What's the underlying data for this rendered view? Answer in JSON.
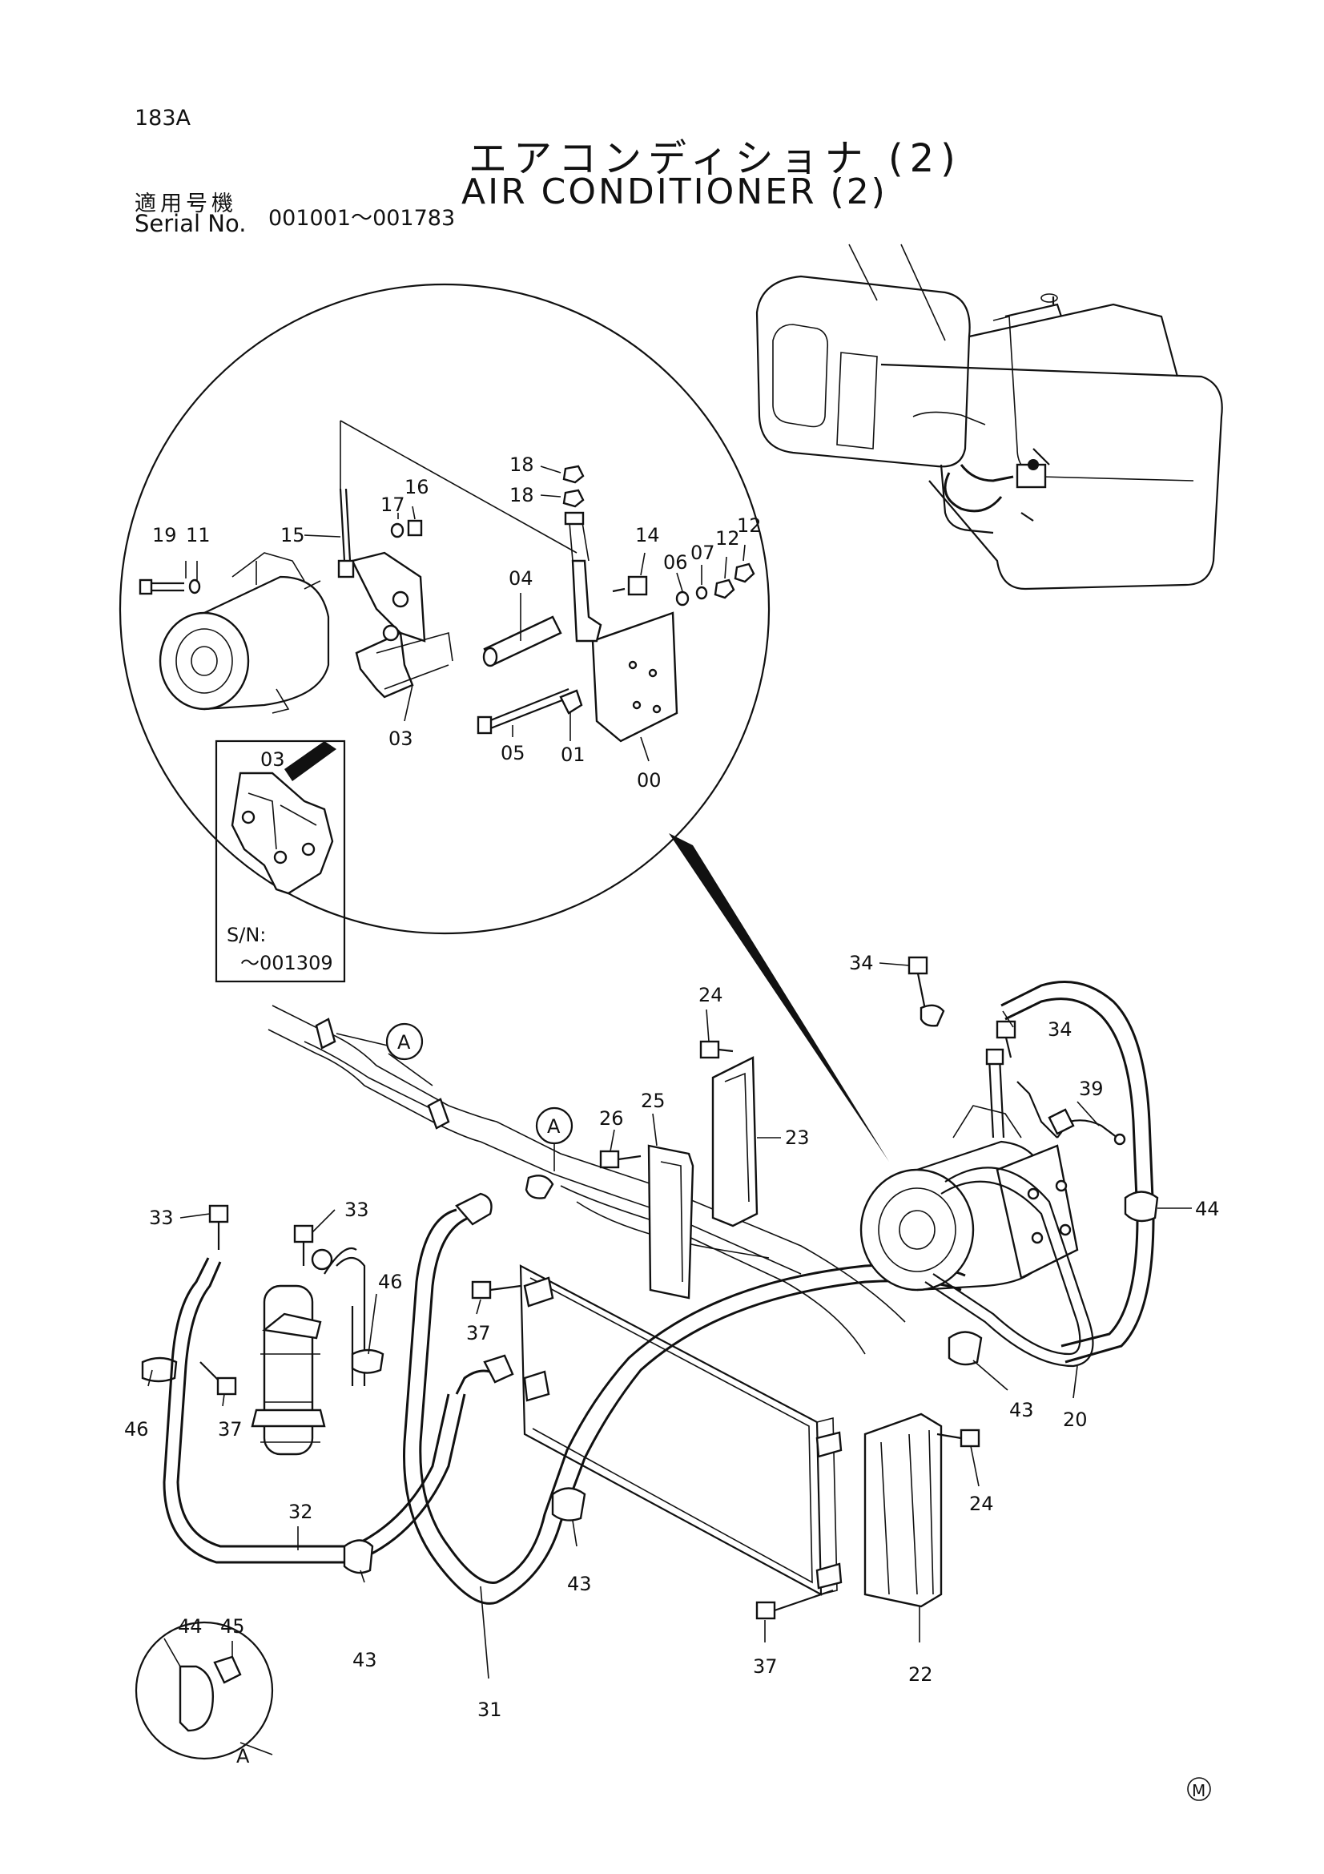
{
  "header": {
    "page_code": "183A",
    "title_jp": "エアコンディショナ (2)",
    "title_en": "AIR CONDITIONER (2)",
    "serial_label_jp": "適用号機",
    "serial_label_en": "Serial No.",
    "serial_range": "001001～001783"
  },
  "inset_detail": {
    "part_label": "03",
    "sn_label": "S/N:",
    "sn_range": "～001309"
  },
  "view_markers": {
    "view_a": "A"
  },
  "part_labels": {
    "p18a": "18",
    "p18b": "18",
    "p17": "17",
    "p16": "16",
    "p15": "15",
    "p19": "19",
    "p11": "11",
    "p14": "14",
    "p06": "06",
    "p07": "07",
    "p12a": "12",
    "p12b": "12",
    "p04": "04",
    "p03": "03",
    "p05": "05",
    "p01": "01",
    "p00": "00",
    "p34a": "34",
    "p34b": "34",
    "p39": "39",
    "p44": "44",
    "p24a": "24",
    "p26": "26",
    "p25": "25",
    "p23": "23",
    "p33a": "33",
    "p33b": "33",
    "p46a": "46",
    "p46b": "46",
    "p37a": "37",
    "p37b": "37",
    "p37c": "37",
    "p32": "32",
    "p43a": "43",
    "p43b": "43",
    "p43c": "43",
    "p20": "20",
    "p24b": "24",
    "p22": "22",
    "p31": "31",
    "p45": "45",
    "p44b": "44"
  },
  "footer": {
    "mark": "M"
  }
}
